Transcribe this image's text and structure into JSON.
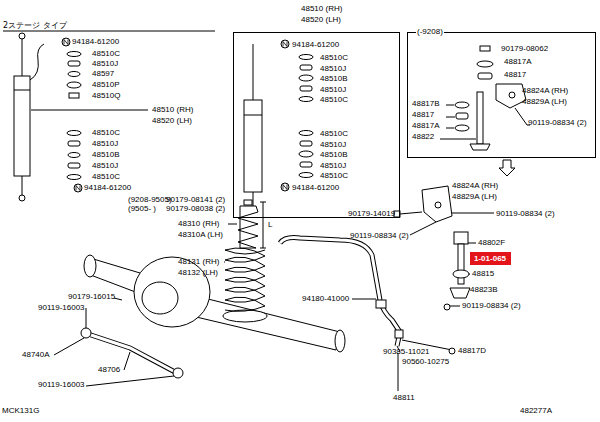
{
  "diagram": {
    "nodes": [
      {
        "text": [
          "48510 (RH)",
          "48520 (LH)",
          "94184-61200",
          "48510C",
          "48510J",
          "48510B",
          "48510J",
          "48510C",
          "48510C",
          "48510J",
          "48510B",
          "48510J",
          "48510C",
          "94184-61200"
        ]
      },
      {
        "text": [
          "(-9208)",
          "90179-08062",
          "48817A",
          "48817",
          "48824A (RH)",
          "48829A (LH)",
          "48817B",
          "48817",
          "48817A",
          "90119-08834 (2)",
          "48822"
        ]
      },
      {
        "text": [
          "1-01-065"
        ]
      }
    ],
    "labels": [
      "2ステージ タイプ",
      "94184-61200",
      "48510C",
      "48510J",
      "48597",
      "48510P",
      "48510Q",
      "48510 (RH)",
      "48520 (LH)",
      "48510C",
      "48510J",
      "48510B",
      "48510J",
      "48510C",
      "94184-61200",
      "(9208-9505)",
      "90179-08141 (2)",
      "(9505-  )",
      "90179-08038 (2)",
      "48310 (RH)",
      "48310A (LH)",
      "L",
      "48131 (RH)",
      "48132 (LH)",
      "90179-16015",
      "90119-16003",
      "48740A",
      "48706",
      "90119-16003",
      "90179-14019",
      "90119-08834 (2)",
      "94180-41000",
      "90385-11021",
      "90560-10275",
      "48811",
      "48824A (RH)",
      "48829A (LH)",
      "90119-08834 (2)",
      "48802F",
      "48815",
      "48823B",
      "90119-08834 (2)",
      "48817D",
      "MCK131G",
      "482277A"
    ]
  }
}
